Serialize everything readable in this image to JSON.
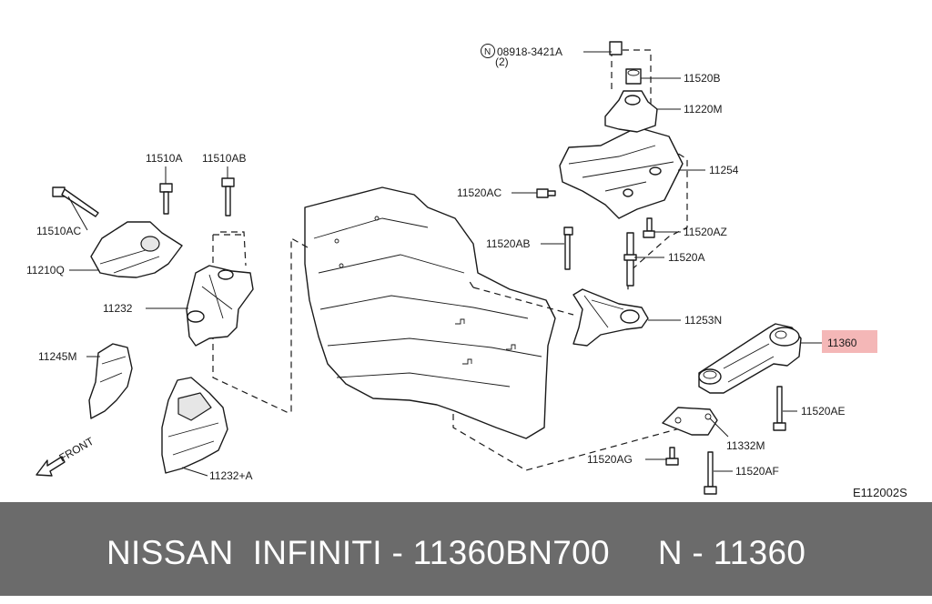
{
  "diagram": {
    "labels": {
      "l08918": "08918-3421A",
      "l08918_qty": "(2)",
      "l08918_prefix": "N",
      "l11520B": "11520B",
      "l11220M": "11220M",
      "l11254": "11254",
      "l11520AC": "11520AC",
      "l11520AZ": "11520AZ",
      "l11520AB": "11520AB",
      "l11520A": "11520A",
      "l11253N": "11253N",
      "l11360": "11360",
      "l11520AE": "11520AE",
      "l11332M": "11332M",
      "l11520AG": "11520AG",
      "l11520AF": "11520AF",
      "l11510A": "11510A",
      "l11510AB": "11510AB",
      "l11510AC": "11510AC",
      "l11210Q": "11210Q",
      "l11232": "11232",
      "l11245M": "11245M",
      "l11232A": "11232+A",
      "front": "FRONT",
      "code": "E112002S"
    },
    "highlight_color": "#f4b7b7",
    "line_color": "#1a1a1a"
  },
  "footer": {
    "text": "NISSAN  INFINITI - 11360BN700     N - 11360",
    "background": "#6b6b6b",
    "text_color": "#ffffff"
  }
}
